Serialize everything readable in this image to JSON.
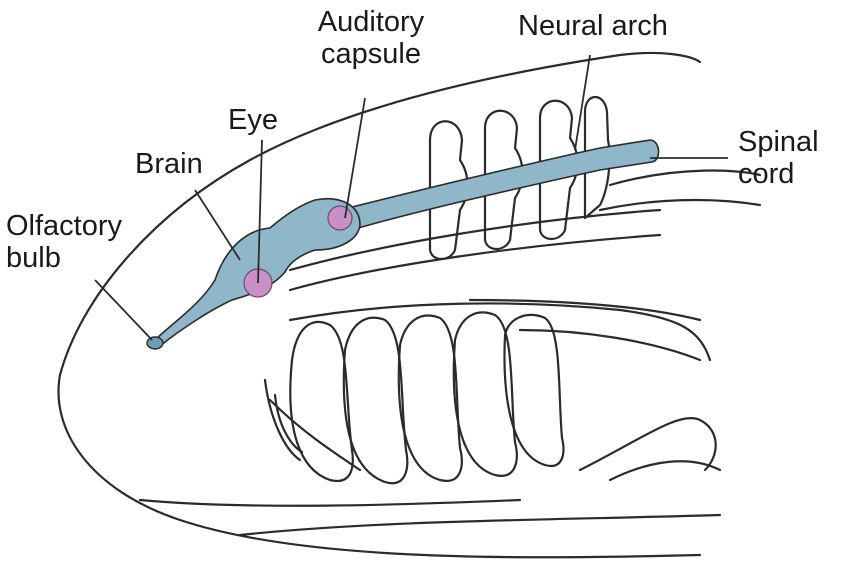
{
  "labels": {
    "auditory_capsule_line1": "Auditory",
    "auditory_capsule_line2": "capsule",
    "neural_arch": "Neural arch",
    "eye": "Eye",
    "brain": "Brain",
    "spinal_cord_line1": "Spinal",
    "spinal_cord_line2": "cord",
    "olfactory_bulb_line1": "Olfactory",
    "olfactory_bulb_line2": "bulb"
  },
  "colors": {
    "outline": "#2b2b2b",
    "nerve_fill": "#8fb6c9",
    "nerve_dark": "#6f9cb3",
    "eye_highlight": "#c98fc9",
    "background": "#ffffff"
  }
}
